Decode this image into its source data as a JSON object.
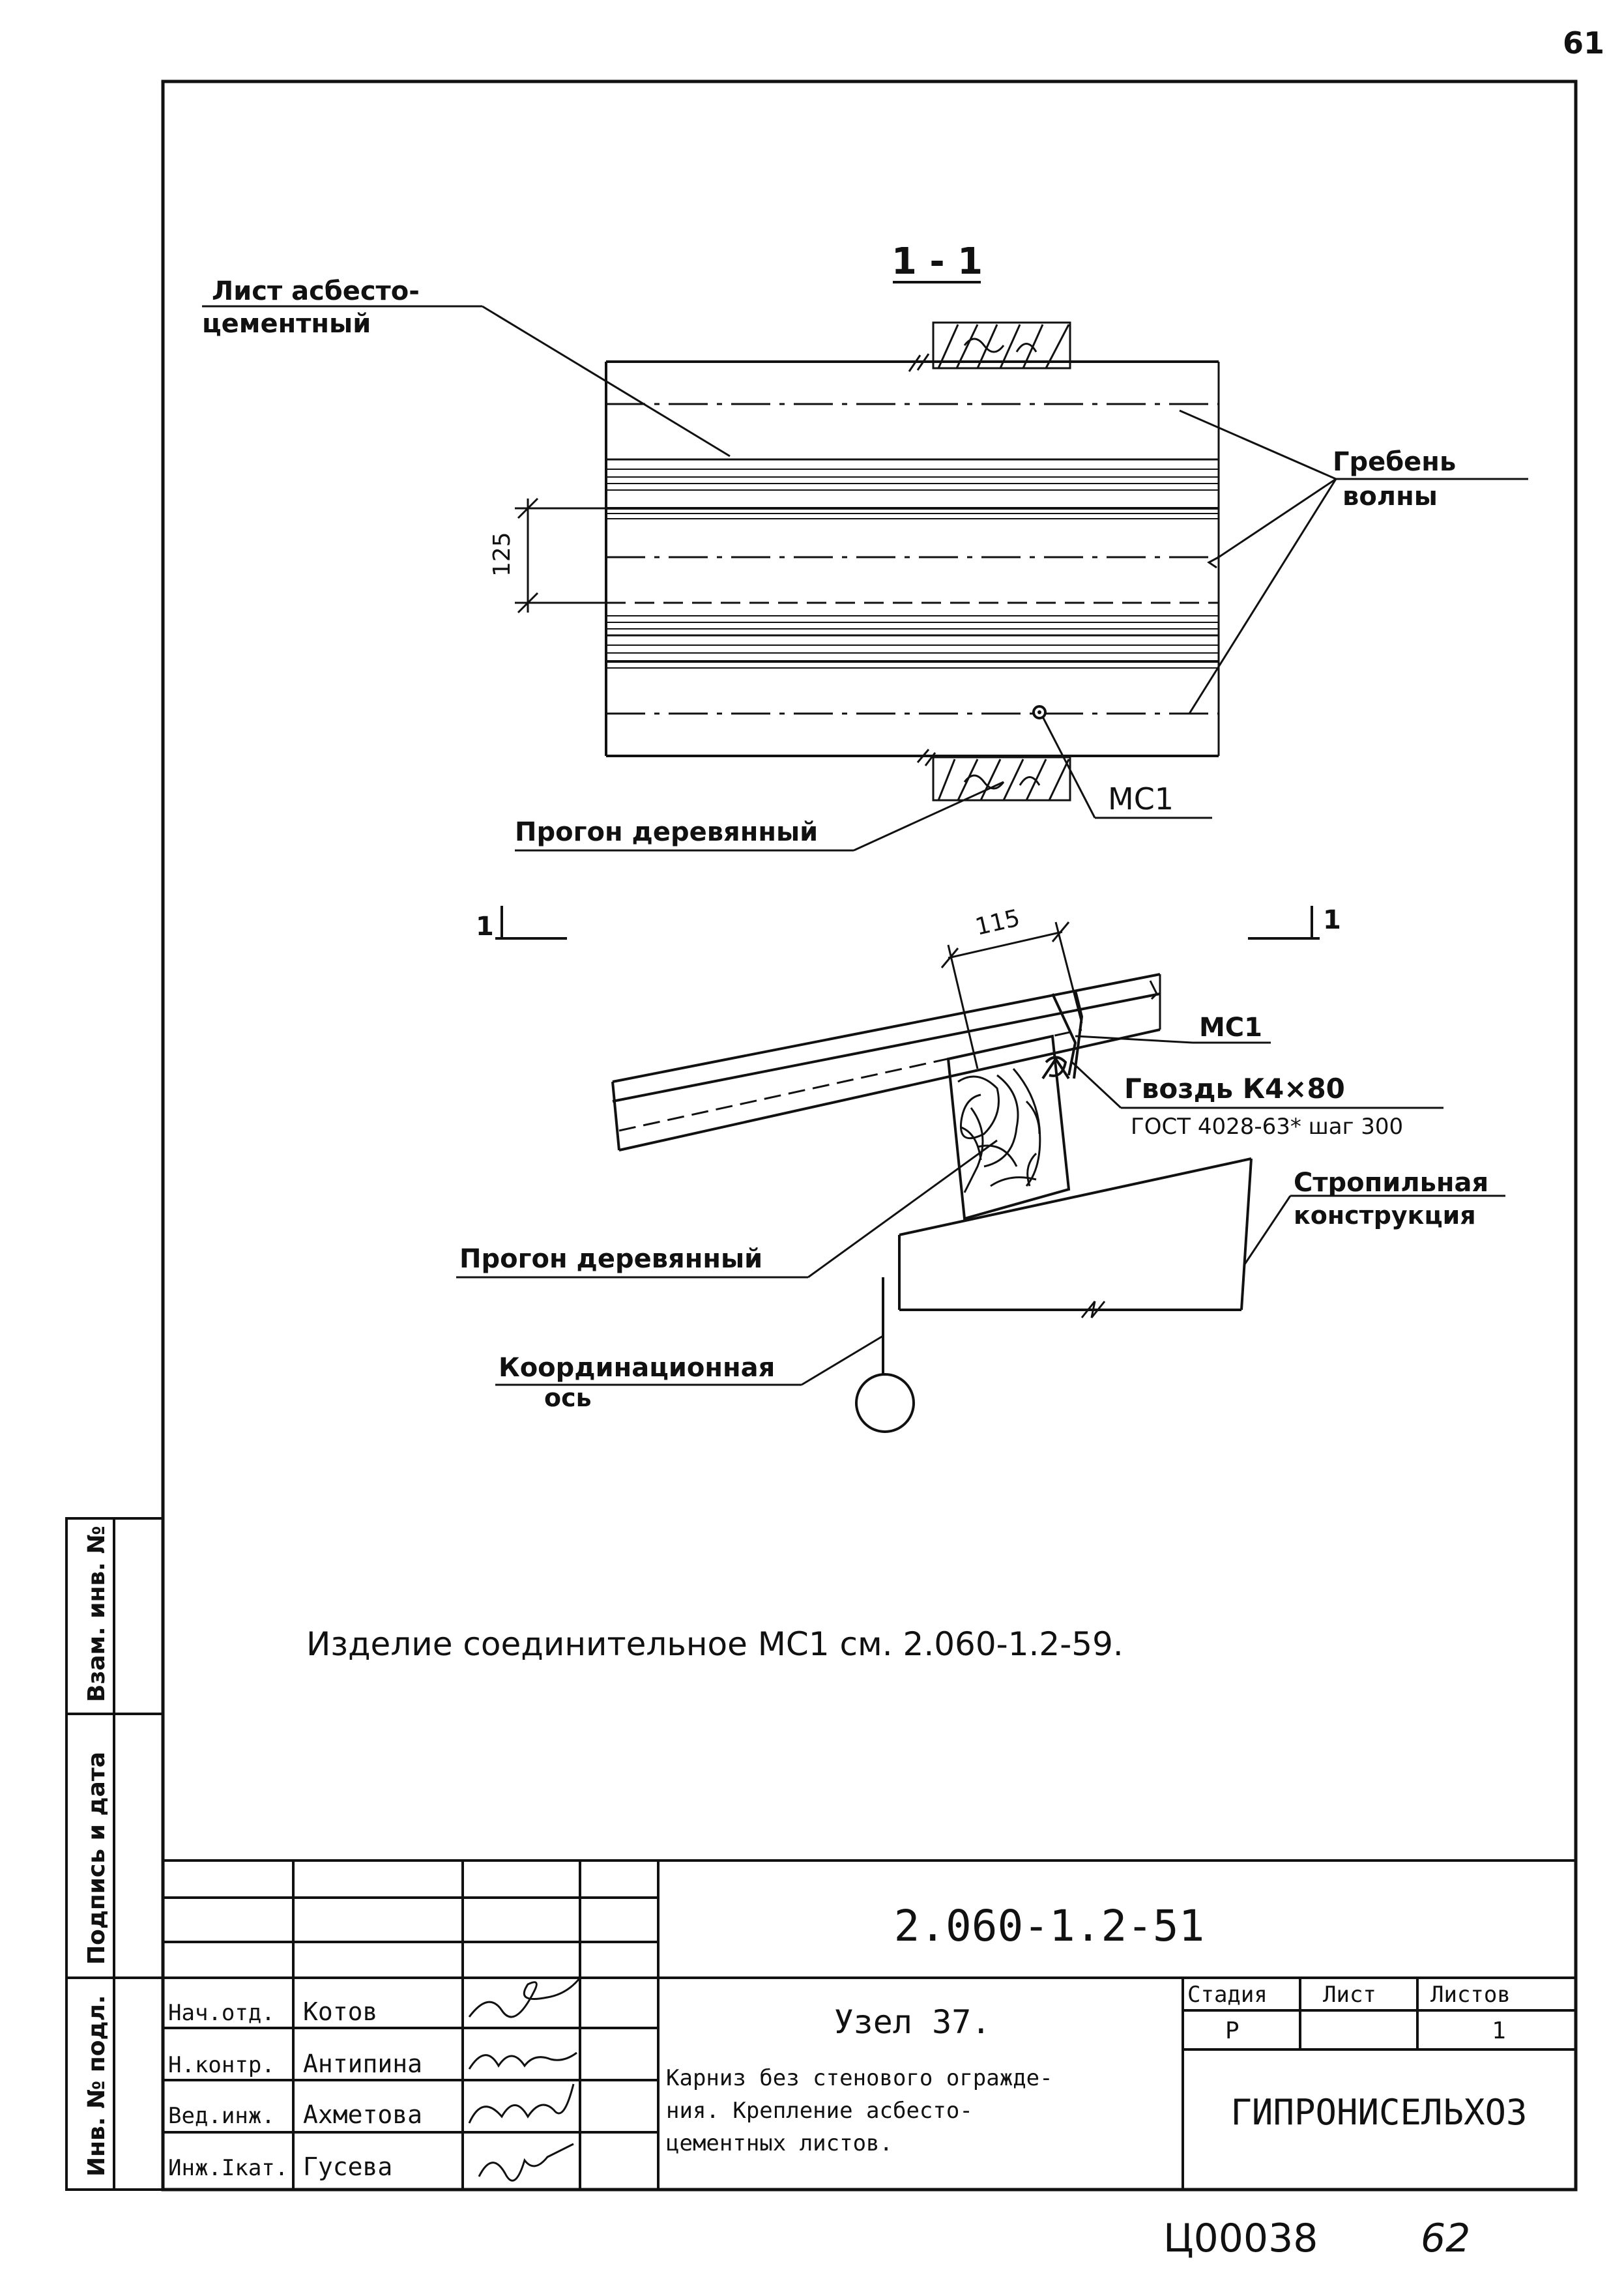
{
  "page_number": "61",
  "footer_code": "Ц00038",
  "footer_page": "62",
  "section_title": "1 - 1",
  "section_marks": [
    "1",
    "1"
  ],
  "labels": {
    "sheet_line1": "Лист асбесто-",
    "sheet_line2": "цементный",
    "crest_line1": "Гребень",
    "crest_line2": "волны",
    "purlin_top": "Прогон деревянный",
    "purlin_bottom": "Прогон деревянный",
    "mc1_top": "МС1",
    "mc1_bottom": "МС1",
    "nail_line1": "Гвоздь К4×80",
    "nail_line2": "ГОСТ 4028-63* шаг 300",
    "rafter_line1": "Стропильная",
    "rafter_line2": "конструкция",
    "axis_line1": "Координационная",
    "axis_line2": "ось"
  },
  "dimensions": {
    "top": "125",
    "bottom": "115"
  },
  "note": "Изделие соединительное МС1 см. 2.060-1.2-59.",
  "side_labels": [
    "Взам. инв. №",
    "Подпись и дата",
    "Инв. № подл."
  ],
  "title_block": {
    "code": "2.060-1.2-51",
    "roles": [
      "Нач.отд.",
      "Н.контр.",
      "Вед.инж.",
      "Инж.Iкат."
    ],
    "names": [
      "Котов",
      "Антипина",
      "Ахметова",
      "Гусева"
    ],
    "title_line1": "Узел 37.",
    "title_line2": "Карниз без стенового огражде-",
    "title_line3": "ния. Крепление асбесто-",
    "title_line4": "цементных листов.",
    "stage_header": "Стадия",
    "sheet_header": "Лист",
    "sheets_header": "Листов",
    "stage_value": "Р",
    "sheet_value": "",
    "sheets_value": "1",
    "organization": "ГИПРОНИСЕЛЬХОЗ"
  }
}
